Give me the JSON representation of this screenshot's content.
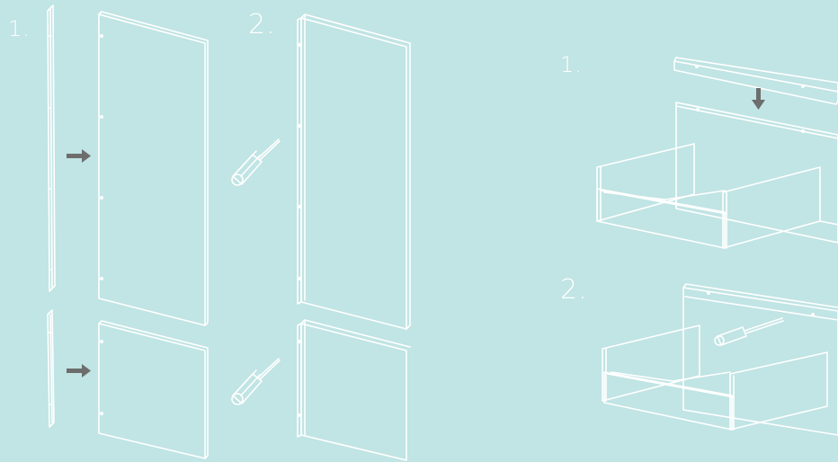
{
  "left_panel": {
    "step_1_label": "1.",
    "step_2_label": "2."
  },
  "right_panel": {
    "step_1_label": "1.",
    "step_2_label": "2."
  },
  "colors": {
    "background": "#c1e4e4",
    "line": "#ffffff",
    "arrow": "#6d6d6d"
  },
  "icons": [
    "arrow-right-icon",
    "arrow-down-icon",
    "screwdriver-icon"
  ]
}
